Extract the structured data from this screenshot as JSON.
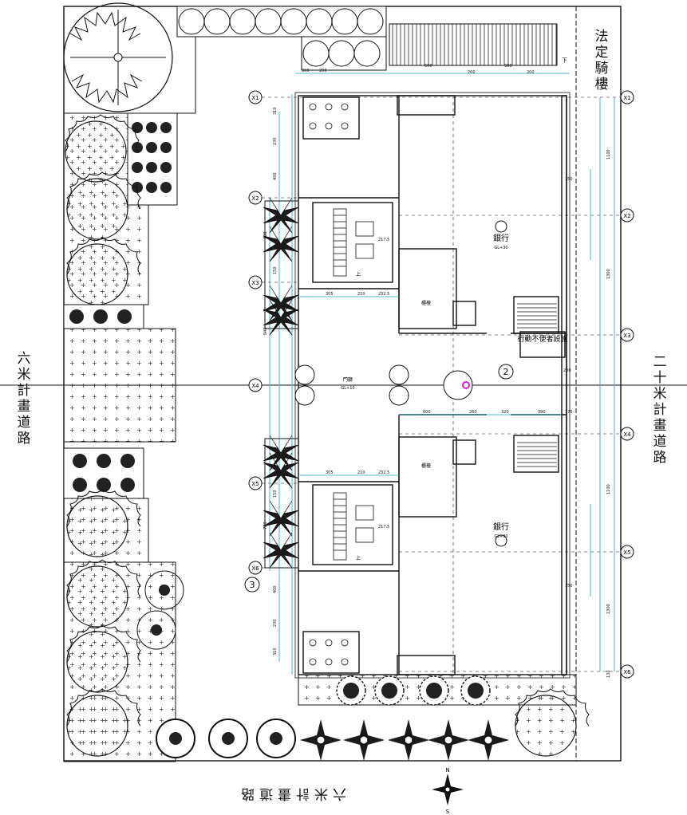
{
  "labels": {
    "arcade": "法定騎樓",
    "road_right": "二十米計畫道路",
    "road_left": "六米計畫道路",
    "road_bottom": "六米計畫道路"
  },
  "rooms": {
    "bank_upper": "銀行",
    "bank_lower": "銀行",
    "bank_elev_upper": "GL+30",
    "bank_elev_lower": "GL+30",
    "lobby": "門廳",
    "lobby_elev": "GL+10",
    "counter": "櫃檯",
    "atm": "行動不便者設施",
    "stair_mark": "上",
    "down_mark": "下"
  },
  "grid": {
    "left": [
      "X1",
      "X2",
      "X3",
      "X4",
      "X5",
      "X6"
    ],
    "right": [
      "X1",
      "X2",
      "X3",
      "X4",
      "X5",
      "X6"
    ],
    "circled_numbers": [
      "2",
      "3"
    ]
  },
  "dimensions": {
    "top": [
      "300",
      "200",
      "600",
      "300",
      "200",
      "200"
    ],
    "right": [
      "1100",
      "1300",
      "1300",
      "1100",
      "130"
    ],
    "left": [
      "310",
      "230",
      "400",
      "780",
      "150",
      "940",
      "780",
      "150",
      "400",
      "230",
      "310"
    ],
    "mid": [
      "600",
      "260",
      "320",
      "390",
      "175",
      "200",
      "150",
      "150"
    ],
    "stairs": [
      "217.5",
      "217.5",
      "305",
      "210",
      "232.5",
      "305",
      "210",
      "232.5"
    ]
  },
  "compass": {
    "north": "N",
    "south": "S"
  },
  "colors": {
    "line": "#111111",
    "dim": "#1aa6b7",
    "marker": "#d91fd0"
  }
}
